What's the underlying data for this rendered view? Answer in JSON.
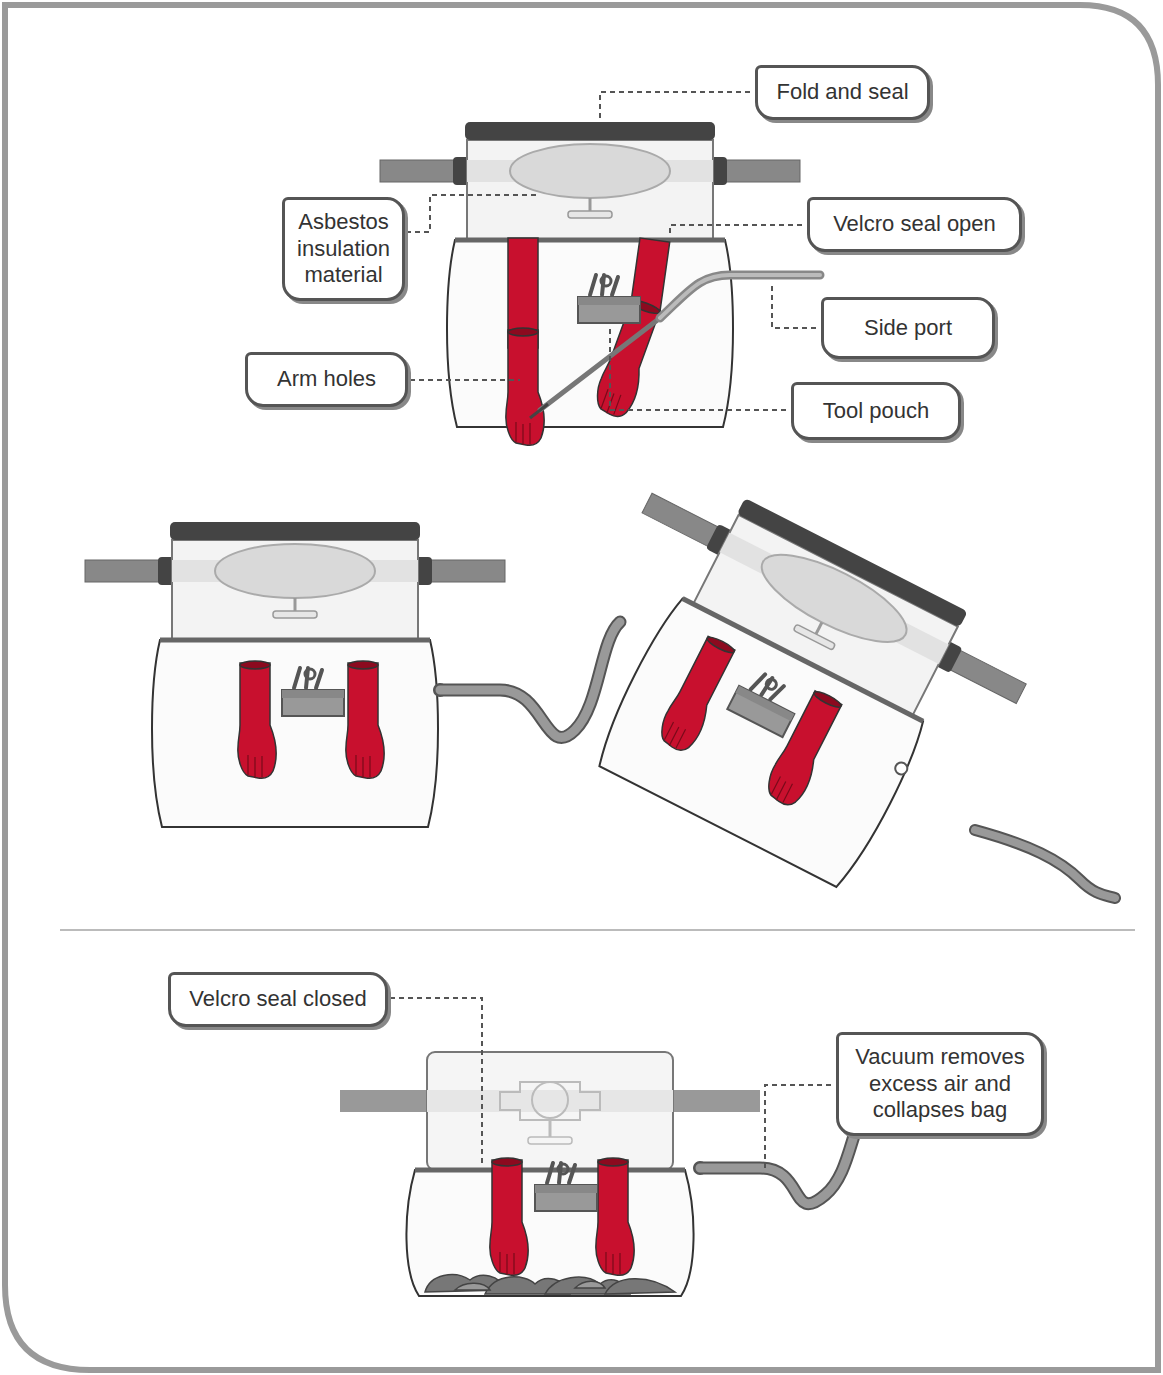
{
  "diagram": {
    "nodes": [
      {
        "text": [
          "Fold and seal"
        ]
      },
      {
        "text": [
          "Asbestos insulation material"
        ]
      },
      {
        "text": [
          "Velcro seal open"
        ]
      },
      {
        "text": [
          "Side port"
        ]
      },
      {
        "text": [
          "Arm holes"
        ]
      },
      {
        "text": [
          "Tool pouch"
        ]
      },
      {
        "text": [
          "Velcro seal closed"
        ]
      },
      {
        "text": [
          "Vacuum removes excess air and collapses bag"
        ]
      }
    ]
  }
}
